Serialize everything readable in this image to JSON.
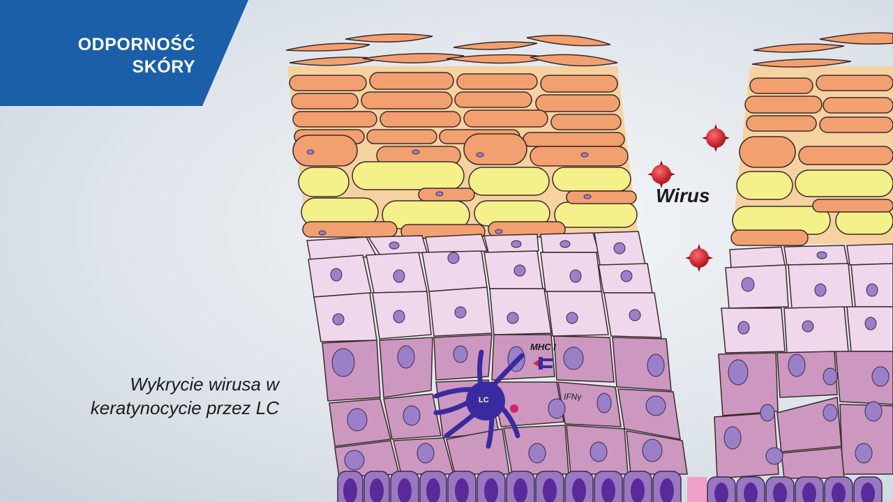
{
  "badge": {
    "line1": "ODPORNOŚĆ",
    "line2": "SKÓRY",
    "color": "#1a5fa8"
  },
  "caption": {
    "line1": "Wykrycie wirusa w",
    "line2": "keratynocycie przez LC"
  },
  "labels": {
    "virus": "Wirus",
    "mhc": "MHC I",
    "ifn": "IFNγ",
    "lc": "LC"
  },
  "colors": {
    "orange_cell": "#f2a070",
    "yellow_cell": "#f4f08a",
    "pink_cell": "#f0d8ec",
    "mauve_cell": "#cc98c0",
    "basal_cell": "#9a78c0",
    "nucleus": "#9a80c8",
    "virus": "#d62b35",
    "lc": "#3a2aa0"
  }
}
